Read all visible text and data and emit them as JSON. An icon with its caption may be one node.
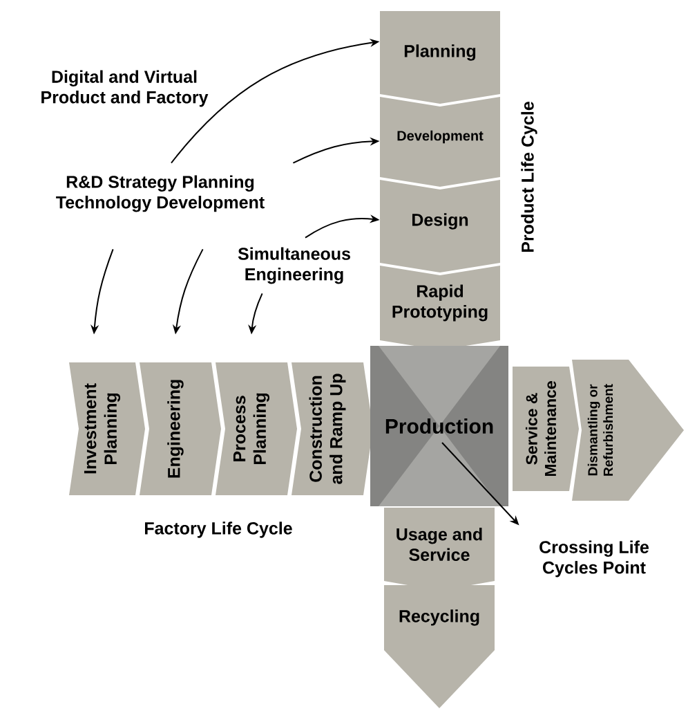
{
  "diagram": {
    "nodes": [
      {
        "text": [
          "Digital and Virtual Product and Factory"
        ]
      },
      {
        "text": [
          "R&D Strategy Planning Technology Development"
        ]
      },
      {
        "text": [
          "Simultaneous Engineering"
        ]
      },
      {
        "text": [
          "Planning"
        ]
      },
      {
        "text": [
          "Development"
        ]
      },
      {
        "text": [
          "Design"
        ]
      },
      {
        "text": [
          "Rapid Prototyping"
        ]
      },
      {
        "text": [
          "Investment Planning"
        ]
      },
      {
        "text": [
          "Engineering"
        ]
      },
      {
        "text": [
          "Process Planning"
        ]
      },
      {
        "text": [
          "Construction and Ramp Up"
        ]
      },
      {
        "text": [
          "Production"
        ]
      },
      {
        "text": [
          "Service & Maintenance"
        ]
      },
      {
        "text": [
          "Dismantling or Refurbishment"
        ]
      },
      {
        "text": [
          "Usage and Service"
        ]
      },
      {
        "text": [
          "Recycling"
        ]
      },
      {
        "text": [
          "Crossing Life Cycles Point"
        ]
      }
    ],
    "edges": [
      {
        "from": 1,
        "to": 3,
        "arrow": "to"
      },
      {
        "from": 1,
        "to": 4,
        "arrow": "to"
      },
      {
        "from": 2,
        "to": 5,
        "arrow": "to"
      },
      {
        "from": 1,
        "to": 7,
        "arrow": "to"
      },
      {
        "from": 1,
        "to": 8,
        "arrow": "to"
      },
      {
        "from": 2,
        "to": 9,
        "arrow": "to"
      },
      {
        "from": 11,
        "to": 16,
        "arrow": "to"
      }
    ],
    "labels": [
      "Product Life Cycle",
      "Factory Life Cycle"
    ]
  }
}
